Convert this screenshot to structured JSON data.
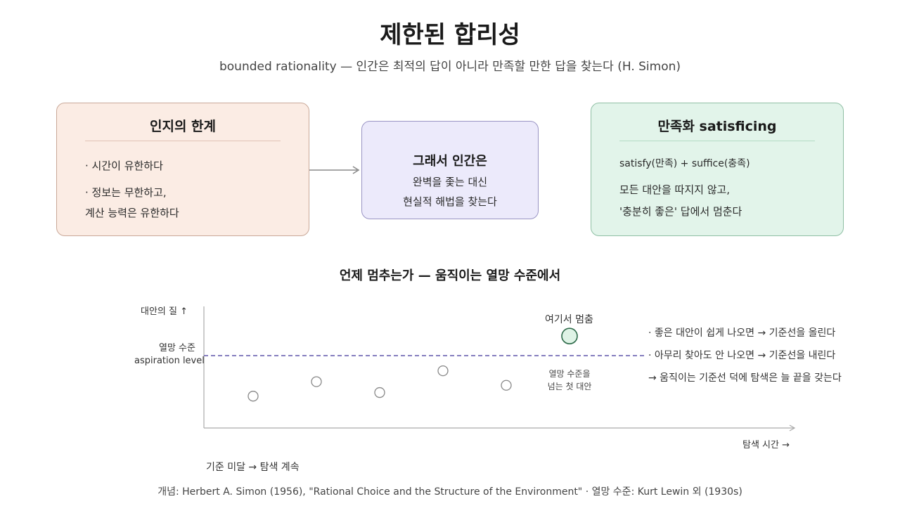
{
  "title": "제한된 합리성",
  "subtitle": "bounded rationality — 인간은 최적의 답이 아니라 만족할 만한 답을 찾는다 (H. Simon)",
  "cards": {
    "left": {
      "title": "인지의 한계",
      "lines": [
        "· 시간이 유한하다",
        "· 정보는 무한하고,",
        "계산 능력은 유한하다"
      ]
    },
    "middle": {
      "title": "그래서 인간은",
      "lines": [
        "완벽을 좇는 대신",
        "현실적 해법을 찾는다"
      ]
    },
    "right": {
      "title": "만족화 satisficing",
      "lines": [
        "satisfy(만족) + suffice(충족)",
        "모든 대안을 따지지 않고,",
        "'충분히 좋은' 답에서 멈춘다"
      ]
    }
  },
  "section_title": "언제 멈추는가 — 움직이는 열망 수준에서",
  "chart_data": {
    "type": "scatter",
    "ylabel": "대안의 질 ↑",
    "xlabel": "탐색 시간 →",
    "aspiration_label": "열망 수준",
    "aspiration_label_en": "aspiration level",
    "aspiration_level": 100,
    "ylim": [
      0,
      168
    ],
    "xlim": [
      0,
      840
    ],
    "points": [
      {
        "x": 70,
        "y": 44,
        "meets_aspiration": false
      },
      {
        "x": 160,
        "y": 64,
        "meets_aspiration": false
      },
      {
        "x": 250,
        "y": 49,
        "meets_aspiration": false
      },
      {
        "x": 340,
        "y": 79,
        "meets_aspiration": false
      },
      {
        "x": 430,
        "y": 59,
        "meets_aspiration": false
      },
      {
        "x": 520,
        "y": 127,
        "meets_aspiration": true
      }
    ],
    "annotations": {
      "stop": "여기서 멈춤",
      "first_above_1": "열망 수준을",
      "first_above_2": "넘는 첫 대안",
      "below": "기준 미달 → 탐색 계속"
    },
    "notes": [
      "· 좋은 대안이 쉽게 나오면 → 기준선을 올린다",
      "· 아무리 찾아도 안 나오면 → 기준선을 내린다",
      "→ 움직이는 기준선 덕에 탐색은 늘 끝을 갖는다"
    ],
    "colors": {
      "axis": "#aaaaaa",
      "aspiration_line": "#6a62b0",
      "point_stroke": "#888888",
      "stop_fill": "#dff3e6",
      "stop_stroke": "#2e6b4a"
    }
  },
  "footer": "개념: Herbert A. Simon (1956), \"Rational Choice and the Structure of the Environment\" · 열망 수준: Kurt Lewin 외 (1930s)"
}
